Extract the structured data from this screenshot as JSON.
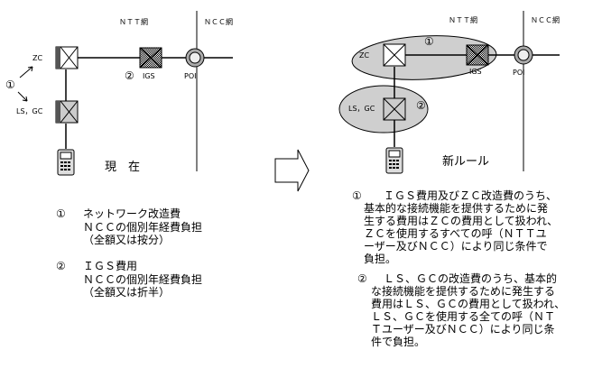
{
  "left": {
    "ntt_net": "ＮＴＴ網",
    "ncc_net": "ＮＣＣ網",
    "zc": "ZC",
    "marker1": "①",
    "marker2": "②",
    "igs": "IGS",
    "poi": "POI",
    "ls_gc": "LS，GC",
    "current": "現　在"
  },
  "right": {
    "ntt_net": "ＮＴＴ網",
    "ncc_net": "ＮＣＣ網",
    "zc": "ZC",
    "marker1": "①",
    "marker2": "②",
    "igs": "IGS",
    "poi": "POI",
    "ls_gc": "LS，GC",
    "new_rule": "新ルール"
  },
  "notes_left": [
    {
      "marker": "①",
      "line1": "ネットワーク改造費",
      "line2": "ＮＣＣの個別年経費負担",
      "line3": "（全額又は按分）"
    },
    {
      "marker": "②",
      "line1": "ＩＧＳ費用",
      "line2": "ＮＣＣの個別年経費負担",
      "line3": "（全額又は折半）"
    }
  ],
  "notes_right": [
    {
      "marker": "①",
      "lines": [
        "ＩＧＳ費用及びＺＣ改造費のうち、",
        "基本的な接続機能を提供するために発",
        "生する費用はＺＣの費用として扱われ、",
        "ＺＣを使用するすべての呼（ＮＴＴユ",
        "ーザー及びＮＣＣ）により同じ条件で",
        "負担。"
      ]
    },
    {
      "marker": "②",
      "lines": [
        "ＬＳ、ＧＣの改造費のうち、基本的",
        "な接続機能を提供するために発生する",
        "費用はＬＳ、ＧＣの費用として扱われ、",
        "ＬＳ、ＧＣを使用する全ての呼（ＮＴ",
        "Ｔユーザー及びＮＣＣ）により同じ条",
        "件で負担。"
      ]
    }
  ],
  "colors": {
    "line": "#000000",
    "shade": "#d8d8d8",
    "dark": "#555555"
  }
}
